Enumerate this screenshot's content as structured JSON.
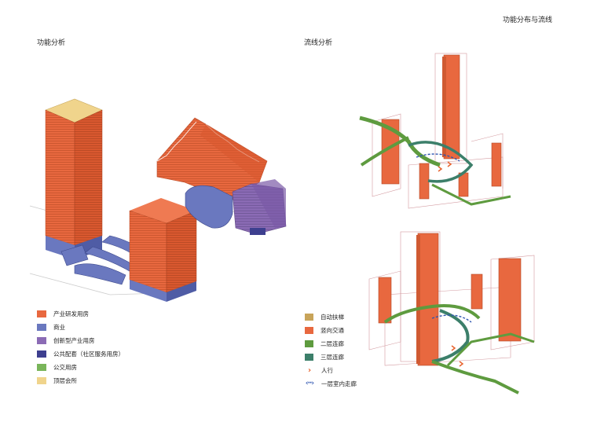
{
  "page": {
    "title": "功能分布与流线"
  },
  "left_panel": {
    "title": "功能分析",
    "legend": [
      {
        "label": "产业研发用房",
        "color": "#e8683f"
      },
      {
        "label": "商业",
        "color": "#6a78bf"
      },
      {
        "label": "创新型产业用房",
        "color": "#8b6bb5"
      },
      {
        "label": "公共配套（社区服务用房）",
        "color": "#3d3f8f"
      },
      {
        "label": "公交用房",
        "color": "#79b55a"
      },
      {
        "label": "顶层会所",
        "color": "#f0d48c"
      }
    ]
  },
  "right_panel": {
    "title": "流线分析",
    "legend": [
      {
        "label": "自动扶梯",
        "color": "#c8a45a",
        "kind": "swatch"
      },
      {
        "label": "竖向交通",
        "color": "#e8683f",
        "kind": "swatch"
      },
      {
        "label": "二层连廊",
        "color": "#5e9b3f",
        "kind": "swatch"
      },
      {
        "label": "三层连廊",
        "color": "#3c7f6a",
        "kind": "swatch"
      },
      {
        "label": "人行",
        "color": "#e8632e",
        "kind": "arrow-icon"
      },
      {
        "label": "一层室内走廊",
        "color": "#2f55b0",
        "kind": "double-arrow-icon"
      }
    ]
  }
}
